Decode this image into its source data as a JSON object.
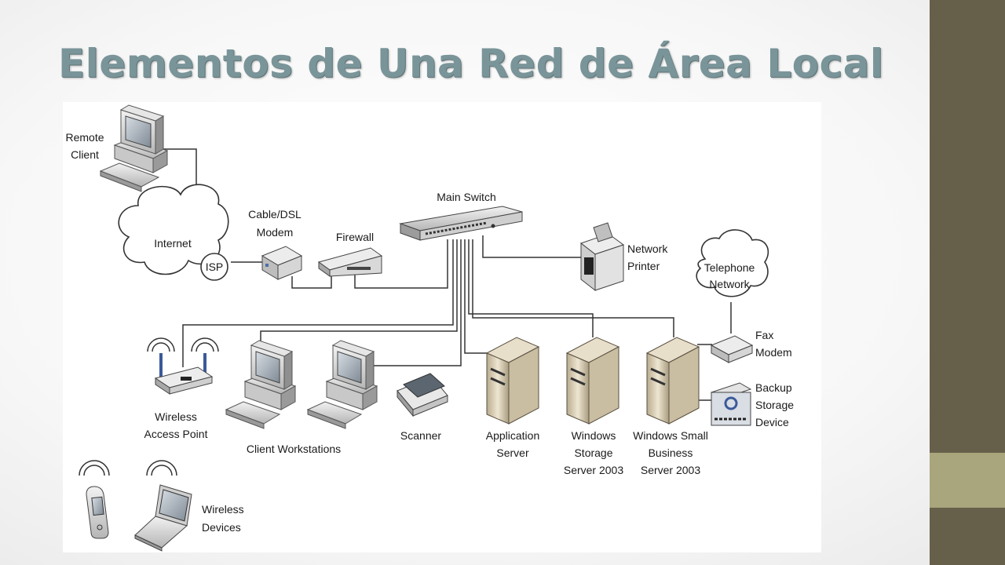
{
  "slide": {
    "title": "Elementos de Una Red de Área Local"
  },
  "diagram": {
    "remote_client": [
      "Remote",
      "Client"
    ],
    "internet": "Internet",
    "isp": "ISP",
    "modem": [
      "Cable/DSL",
      "Modem"
    ],
    "firewall": "Firewall",
    "main_switch": "Main Switch",
    "network_printer": [
      "Network",
      "Printer"
    ],
    "telephone_network": [
      "Telephone",
      "Network"
    ],
    "fax_modem": [
      "Fax",
      "Modem"
    ],
    "backup_storage": [
      "Backup",
      "Storage",
      "Device"
    ],
    "wireless_ap": [
      "Wireless",
      "Access Point"
    ],
    "client_workstations": "Client Workstations",
    "scanner": "Scanner",
    "app_server": [
      "Application",
      "Server"
    ],
    "storage_server": [
      "Windows",
      "Storage",
      "Server 2003"
    ],
    "sbs_server": [
      "Windows Small",
      "Business",
      "Server 2003"
    ],
    "wireless_devices": [
      "Wireless",
      "Devices"
    ]
  },
  "colors": {
    "title": "#7a9599",
    "sidebar_dark": "#665f4a",
    "sidebar_light": "#a9a57c"
  }
}
